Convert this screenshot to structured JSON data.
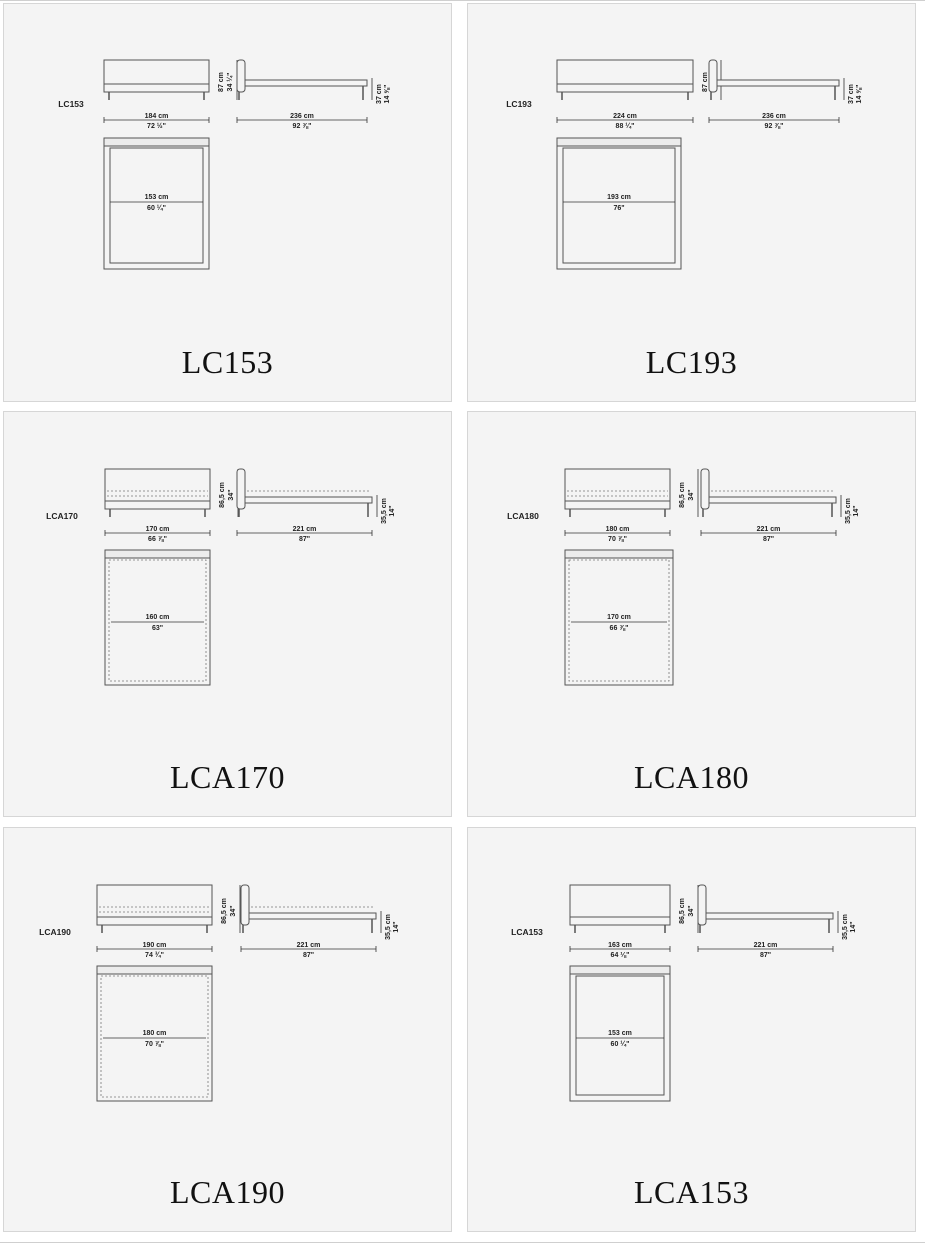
{
  "cards": [
    {
      "id": "lc153",
      "title": "LC153",
      "model_label": "LC153",
      "width_cm": "184 cm",
      "width_in": "72 ½\"",
      "inner_cm": "153 cm",
      "inner_in": "60 ¼\"",
      "height_cm": "87 cm",
      "height_in": "34 ¼\"",
      "length_cm": "236 cm",
      "length_in": "92 ⅞\"",
      "side_cm": "37 cm",
      "side_in": "14 ⅝\"",
      "style": "plain"
    },
    {
      "id": "lc193",
      "title": "LC193",
      "model_label": "LC193",
      "width_cm": "224 cm",
      "width_in": "88 ¼\"",
      "inner_cm": "193 cm",
      "inner_in": "76\"",
      "height_cm": "87 cm",
      "height_in": "34 ¼\"",
      "length_cm": "236 cm",
      "length_in": "92 ⅞\"",
      "side_cm": "37 cm",
      "side_in": "14 ⅝\"",
      "style": "plain"
    },
    {
      "id": "lca170",
      "title": "LCA170",
      "model_label": "LCA170",
      "width_cm": "170 cm",
      "width_in": "66 ⅞\"",
      "inner_cm": "160 cm",
      "inner_in": "63\"",
      "height_cm": "86,5 cm",
      "height_in": "34\"",
      "length_cm": "221 cm",
      "length_in": "87\"",
      "side_cm": "35,5 cm",
      "side_in": "14\"",
      "style": "dashed"
    },
    {
      "id": "lca180",
      "title": "LCA180",
      "model_label": "LCA180",
      "width_cm": "180 cm",
      "width_in": "70 ⅞\"",
      "inner_cm": "170 cm",
      "inner_in": "66 ⅞\"",
      "height_cm": "86,5 cm",
      "height_in": "34\"",
      "length_cm": "221 cm",
      "length_in": "87\"",
      "side_cm": "35,5 cm",
      "side_in": "14\"",
      "style": "dashed"
    },
    {
      "id": "lca190",
      "title": "LCA190",
      "model_label": "LCA190",
      "width_cm": "190 cm",
      "width_in": "74 ¾\"",
      "inner_cm": "180 cm",
      "inner_in": "70 ⅞\"",
      "height_cm": "86,5 cm",
      "height_in": "34\"",
      "length_cm": "221 cm",
      "length_in": "87\"",
      "side_cm": "35,5 cm",
      "side_in": "14\"",
      "style": "dashed"
    },
    {
      "id": "lca153",
      "title": "LCA153",
      "model_label": "LCA153",
      "width_cm": "163 cm",
      "width_in": "64 ⅛\"",
      "inner_cm": "153 cm",
      "inner_in": "60 ¼\"",
      "height_cm": "86,5 cm",
      "height_in": "34\"",
      "length_cm": "221 cm",
      "length_in": "87\"",
      "side_cm": "35,5 cm",
      "side_in": "14\"",
      "style": "plain"
    }
  ]
}
